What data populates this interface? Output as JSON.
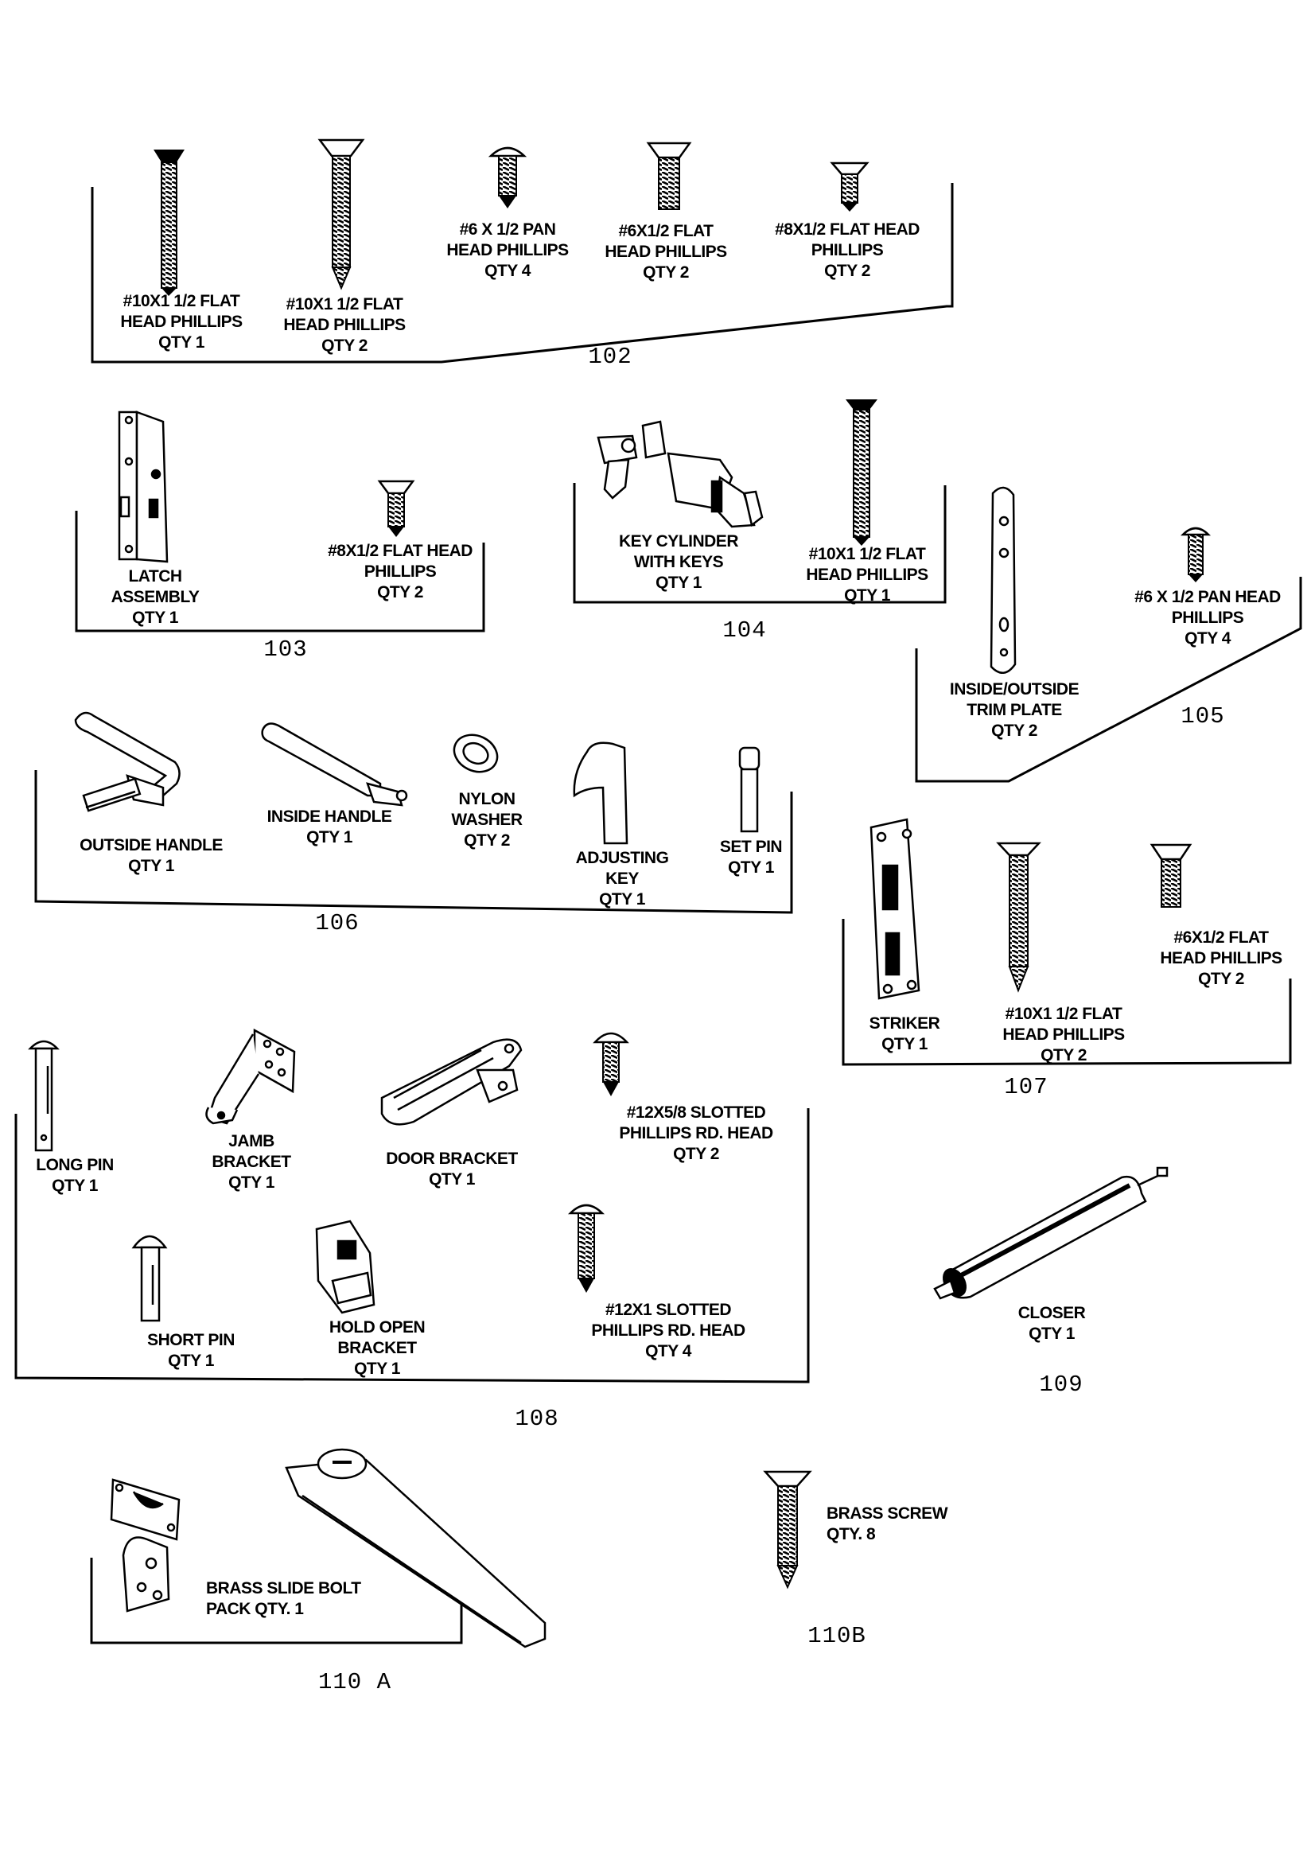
{
  "groups": [
    {
      "id": "102",
      "number": "102",
      "parts": [
        {
          "label": "#10X1 1/2 FLAT\nHEAD PHILLIPS\nQTY 1",
          "icon": "flat-head-screw-icon"
        },
        {
          "label": "#10X1 1/2 FLAT\nHEAD PHILLIPS\nQTY 2",
          "icon": "wood-screw-icon"
        },
        {
          "label": "#6 X 1/2 PAN\nHEAD PHILLIPS\nQTY 4",
          "icon": "pan-head-screw-icon"
        },
        {
          "label": "#6X1/2 FLAT\nHEAD PHILLIPS\nQTY 2",
          "icon": "flat-head-screw-icon"
        },
        {
          "label": "#8X1/2 FLAT HEAD\nPHILLIPS\nQTY 2",
          "icon": "flat-head-screw-icon"
        }
      ]
    },
    {
      "id": "103",
      "number": "103",
      "parts": [
        {
          "label": "LATCH\nASSEMBLY\nQTY 1",
          "icon": "latch-assembly-icon"
        },
        {
          "label": "#8X1/2 FLAT HEAD\nPHILLIPS\nQTY 2",
          "icon": "flat-head-screw-icon"
        }
      ]
    },
    {
      "id": "104",
      "number": "104",
      "parts": [
        {
          "label": "KEY CYLINDER\nWITH KEYS\nQTY 1",
          "icon": "key-cylinder-icon"
        },
        {
          "label": "#10X1 1/2 FLAT\nHEAD PHILLIPS\nQTY 1",
          "icon": "flat-head-screw-icon"
        }
      ]
    },
    {
      "id": "105",
      "number": "105",
      "parts": [
        {
          "label": "INSIDE/OUTSIDE\nTRIM PLATE\nQTY 2",
          "icon": "trim-plate-icon"
        },
        {
          "label": "#6 X 1/2 PAN HEAD\nPHILLIPS\nQTY 4",
          "icon": "pan-head-screw-icon"
        }
      ]
    },
    {
      "id": "106",
      "number": "106",
      "parts": [
        {
          "label": "OUTSIDE HANDLE\nQTY 1",
          "icon": "outside-handle-icon"
        },
        {
          "label": "INSIDE HANDLE\nQTY 1",
          "icon": "inside-handle-icon"
        },
        {
          "label": "NYLON\nWASHER\nQTY 2",
          "icon": "nylon-washer-icon"
        },
        {
          "label": "ADJUSTING\nKEY\nQTY 1",
          "icon": "adjusting-key-icon"
        },
        {
          "label": "SET PIN\nQTY 1",
          "icon": "set-pin-icon"
        }
      ]
    },
    {
      "id": "107",
      "number": "107",
      "parts": [
        {
          "label": "STRIKER\nQTY 1",
          "icon": "striker-plate-icon"
        },
        {
          "label": "#10X1 1/2 FLAT\nHEAD PHILLIPS\nQTY 2",
          "icon": "wood-screw-icon"
        },
        {
          "label": "#6X1/2 FLAT\nHEAD PHILLIPS\nQTY 2",
          "icon": "flat-head-screw-icon"
        }
      ]
    },
    {
      "id": "108",
      "number": "108",
      "parts": [
        {
          "label": "LONG PIN\nQTY 1",
          "icon": "long-pin-icon"
        },
        {
          "label": "JAMB\nBRACKET\nQTY 1",
          "icon": "jamb-bracket-icon"
        },
        {
          "label": "DOOR BRACKET\nQTY 1",
          "icon": "door-bracket-icon"
        },
        {
          "label": "#12X5/8 SLOTTED\nPHILLIPS RD. HEAD\nQTY 2",
          "icon": "round-head-screw-icon"
        },
        {
          "label": "SHORT PIN\nQTY 1",
          "icon": "short-pin-icon"
        },
        {
          "label": "HOLD OPEN\nBRACKET\nQTY 1",
          "icon": "hold-open-bracket-icon"
        },
        {
          "label": "#12X1 SLOTTED\nPHILLIPS RD. HEAD\nQTY 4",
          "icon": "round-head-screw-icon"
        }
      ]
    },
    {
      "id": "109",
      "number": "109",
      "parts": [
        {
          "label": "CLOSER\nQTY 1",
          "icon": "door-closer-icon"
        }
      ]
    },
    {
      "id": "110A",
      "number": "110 A",
      "parts": [
        {
          "label": "BRASS SLIDE BOLT\nPACK QTY. 1",
          "icon": "slide-bolt-icon"
        }
      ]
    },
    {
      "id": "110B",
      "number": "110B",
      "parts": [
        {
          "label": "BRASS SCREW\nQTY. 8",
          "icon": "wood-screw-icon"
        }
      ]
    }
  ]
}
